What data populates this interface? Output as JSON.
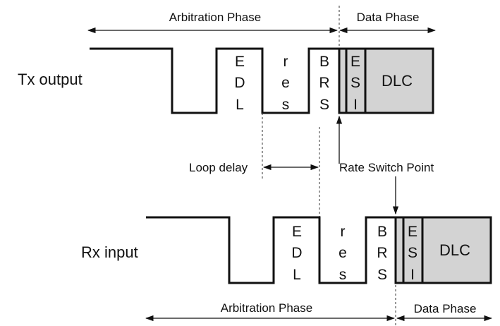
{
  "tx": {
    "label": "Tx output",
    "arbitration_label": "Arbitration Phase",
    "data_label": "Data Phase",
    "edl": [
      "E",
      "D",
      "L"
    ],
    "res": [
      "r",
      "e",
      "s"
    ],
    "brs": [
      "B",
      "R",
      "S"
    ],
    "esi": [
      "E",
      "S",
      "I"
    ],
    "dlc": "DLC"
  },
  "rx": {
    "label": "Rx input",
    "arbitration_label": "Arbitration Phase",
    "data_label": "Data Phase",
    "edl": [
      "E",
      "D",
      "L"
    ],
    "res": [
      "r",
      "e",
      "s"
    ],
    "brs": [
      "B",
      "R",
      "S"
    ],
    "esi": [
      "E",
      "S",
      "I"
    ],
    "dlc": "DLC"
  },
  "annotations": {
    "loop_delay": "Loop delay",
    "rate_switch_point": "Rate Switch Point"
  },
  "colors": {
    "line": "#111111",
    "data_shade": "#d3d3d3"
  }
}
